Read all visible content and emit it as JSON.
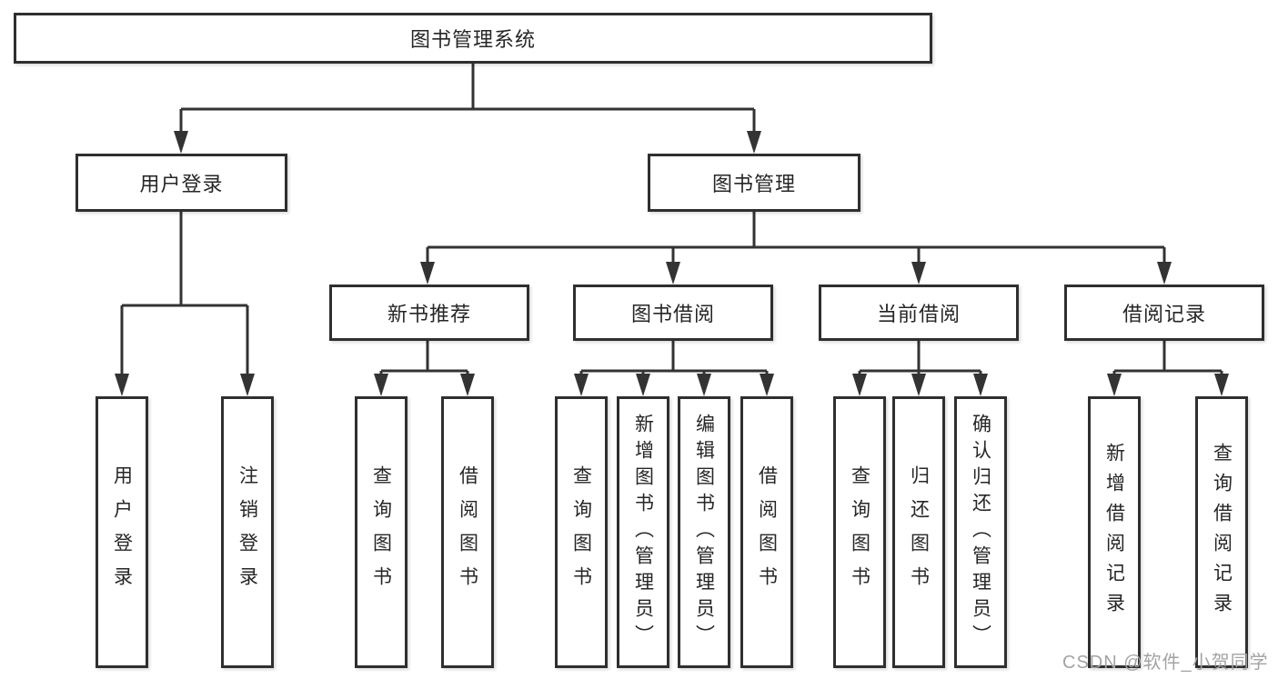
{
  "root": {
    "label": "图书管理系统"
  },
  "level2": [
    {
      "id": "user-login",
      "label": "用户登录"
    },
    {
      "id": "book-management",
      "label": "图书管理"
    }
  ],
  "level3": [
    {
      "id": "new-book-recommend",
      "label": "新书推荐"
    },
    {
      "id": "book-borrowing",
      "label": "图书借阅"
    },
    {
      "id": "current-borrowing",
      "label": "当前借阅"
    },
    {
      "id": "borrowing-records",
      "label": "借阅记录"
    }
  ],
  "leaves": [
    {
      "id": "user-login-leaf",
      "label": "用户登录"
    },
    {
      "id": "logout-leaf",
      "label": "注销登录"
    },
    {
      "id": "recommend-query-books",
      "label": "查询图书"
    },
    {
      "id": "recommend-borrow-books",
      "label": "借阅图书"
    },
    {
      "id": "borrowing-query-books",
      "label": "查询图书"
    },
    {
      "id": "borrowing-add-books-admin",
      "label": "新增图书（管理员）"
    },
    {
      "id": "borrowing-edit-books-admin",
      "label": "编辑图书（管理员）"
    },
    {
      "id": "borrowing-borrow-books",
      "label": "借阅图书"
    },
    {
      "id": "current-query-books",
      "label": "查询图书"
    },
    {
      "id": "current-return-books",
      "label": "归还图书"
    },
    {
      "id": "current-confirm-return-admin",
      "label": "确认归还（管理员）"
    },
    {
      "id": "records-add-borrow-record",
      "label": "新增借阅记录"
    },
    {
      "id": "records-query-borrow-record",
      "label": "查询借阅记录"
    }
  ],
  "watermark": "CSDN @软件_小贺同学",
  "colors": {
    "line": "#333333",
    "box_border": "#2f2f2f",
    "box_background": "#ffffff",
    "text": "#262626",
    "watermark": "#a3a3a3",
    "canvas_background": "#ffffff"
  }
}
